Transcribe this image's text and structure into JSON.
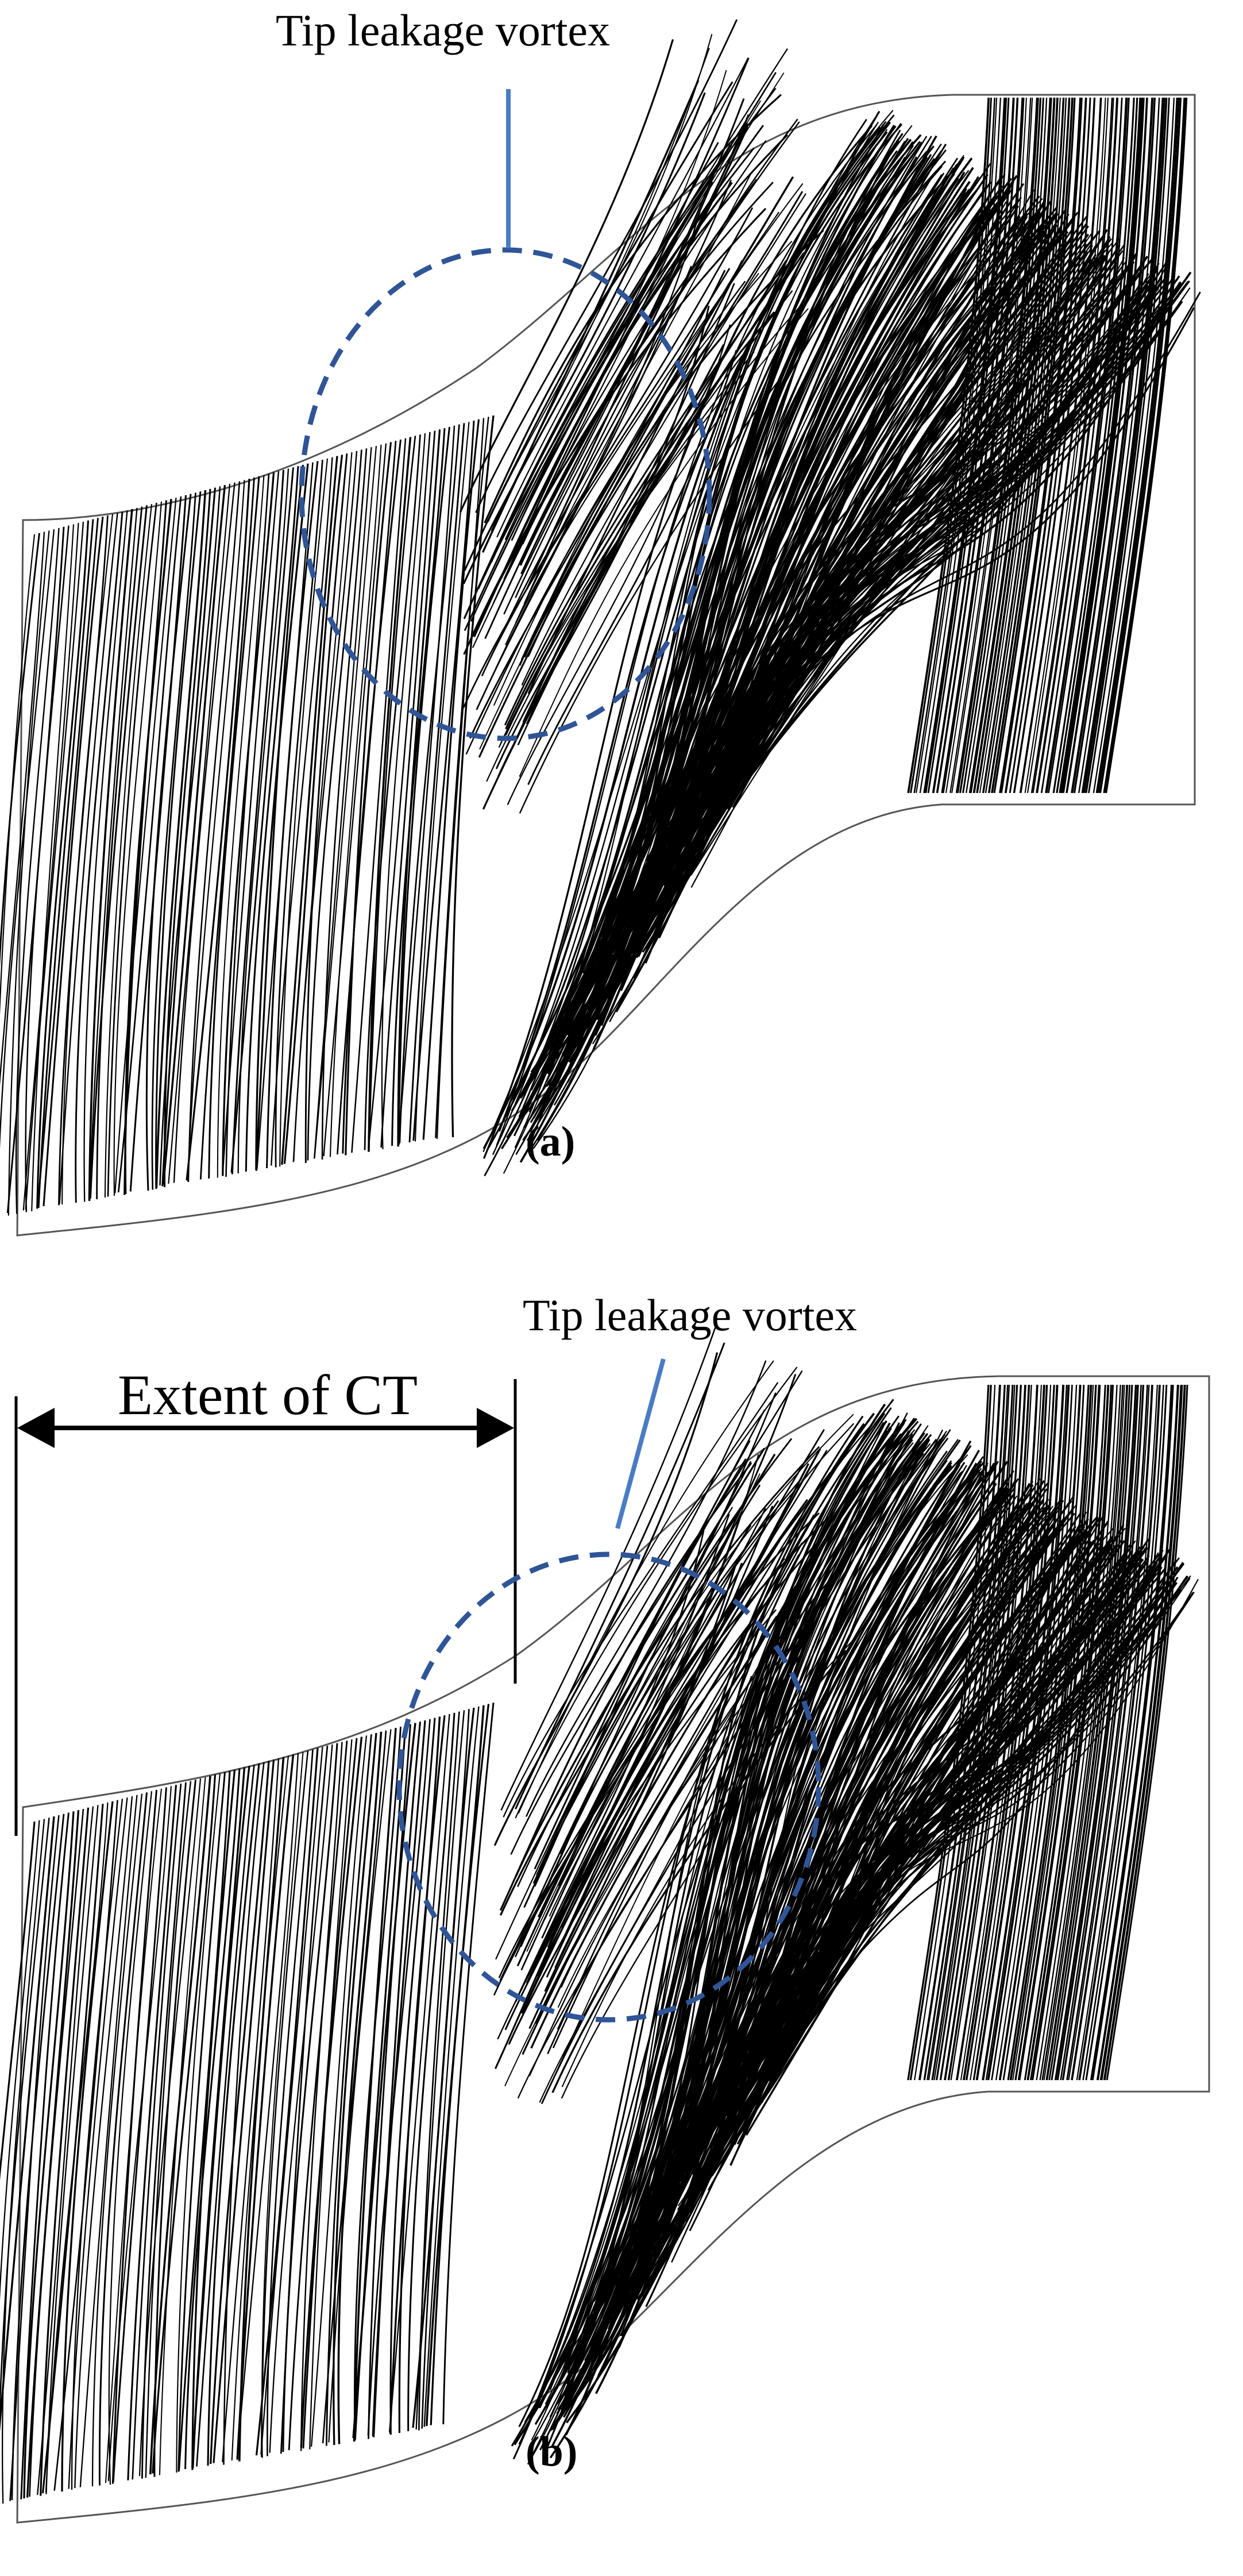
{
  "figure": {
    "panels": [
      {
        "id": "a",
        "callout": "Tip leakage vortex",
        "caption": "(a)"
      },
      {
        "id": "b",
        "callout": "Tip leakage vortex",
        "caption": "(b)",
        "extent_label": "Extent of CT"
      }
    ],
    "colors": {
      "streamline": "#000000",
      "vortex_marker": "#2f5597",
      "leader_line": "#4a7cc4",
      "outline": "#555555"
    }
  }
}
